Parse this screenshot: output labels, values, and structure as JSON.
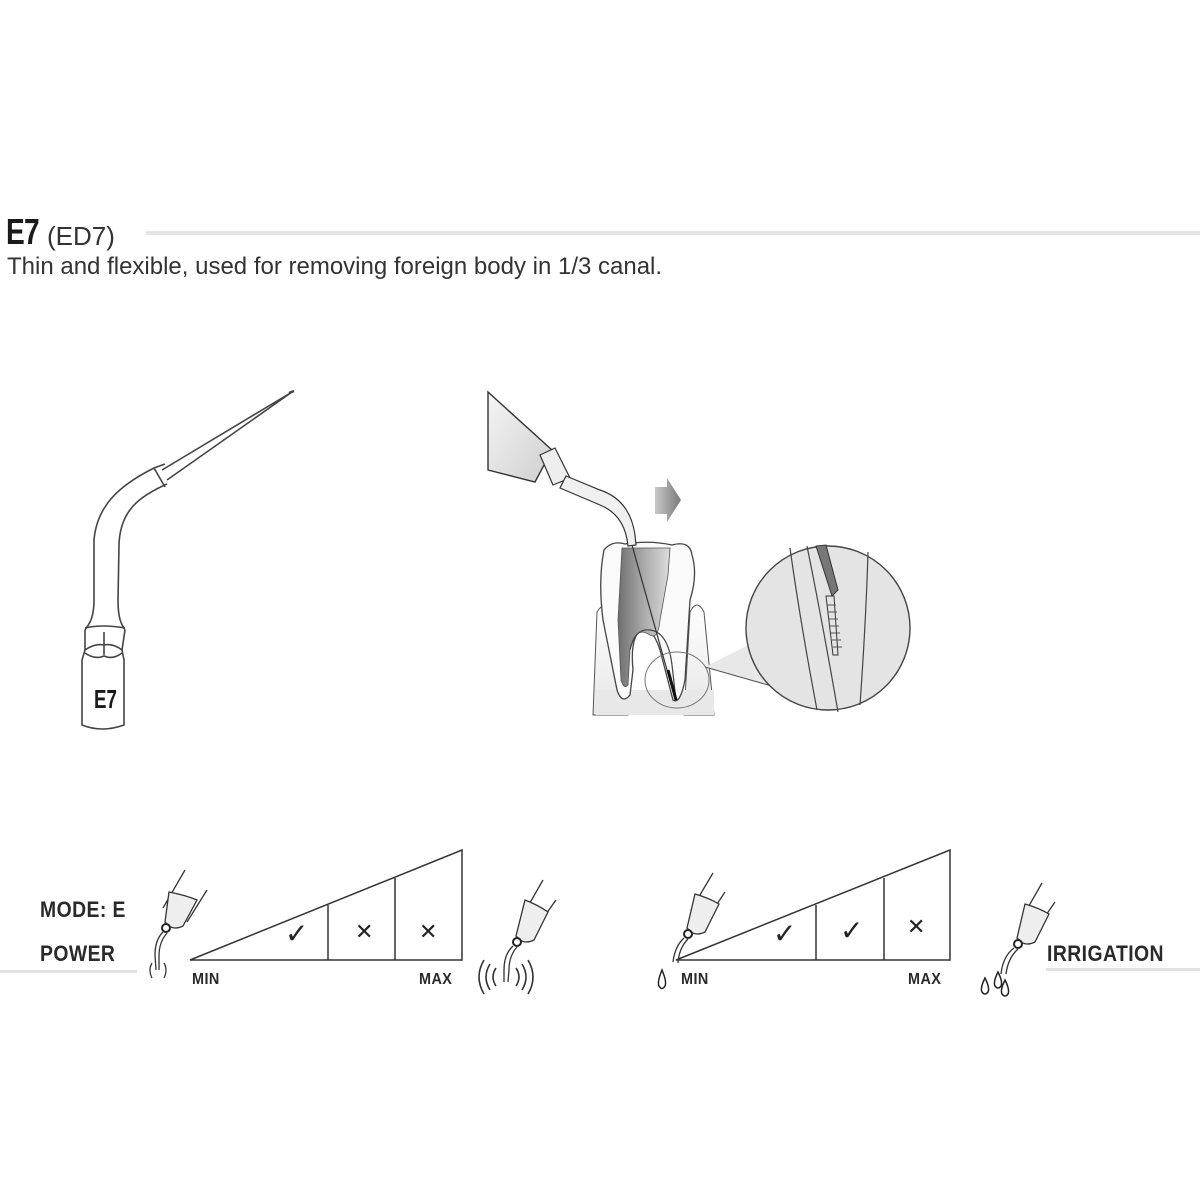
{
  "header": {
    "code": "E7",
    "alt_code": "(ED7)",
    "description": "Thin and flexible, used for removing foreign body in 1/3 canal."
  },
  "illustrations": {
    "tip_label": "E7",
    "tip_drawing": "ultrasonic-tip-e7",
    "usage_drawing": "handpiece-in-root-canal-with-magnified-detail"
  },
  "settings": {
    "mode_label": "MODE: E",
    "power": {
      "label": "POWER",
      "min_label": "MIN",
      "max_label": "MAX",
      "levels": [
        {
          "level": 1,
          "allowed": true,
          "mark": "✓"
        },
        {
          "level": 2,
          "allowed": false,
          "mark": "✕"
        },
        {
          "level": 3,
          "allowed": false,
          "mark": "✕"
        }
      ],
      "min_icon": "low-vibration-icon",
      "max_icon": "high-vibration-icon"
    },
    "irrigation": {
      "label": "IRRIGATION",
      "min_label": "MIN",
      "max_label": "MAX",
      "levels": [
        {
          "level": 1,
          "allowed": true,
          "mark": "✓"
        },
        {
          "level": 2,
          "allowed": true,
          "mark": "✓"
        },
        {
          "level": 3,
          "allowed": false,
          "mark": "✕"
        }
      ],
      "min_icon": "single-drop-icon",
      "max_icon": "multiple-drops-icon"
    }
  },
  "colors": {
    "text": "#222222",
    "rule": "#e4e4e6",
    "line": "#333333",
    "fill_gray": "#d9d9d9"
  }
}
